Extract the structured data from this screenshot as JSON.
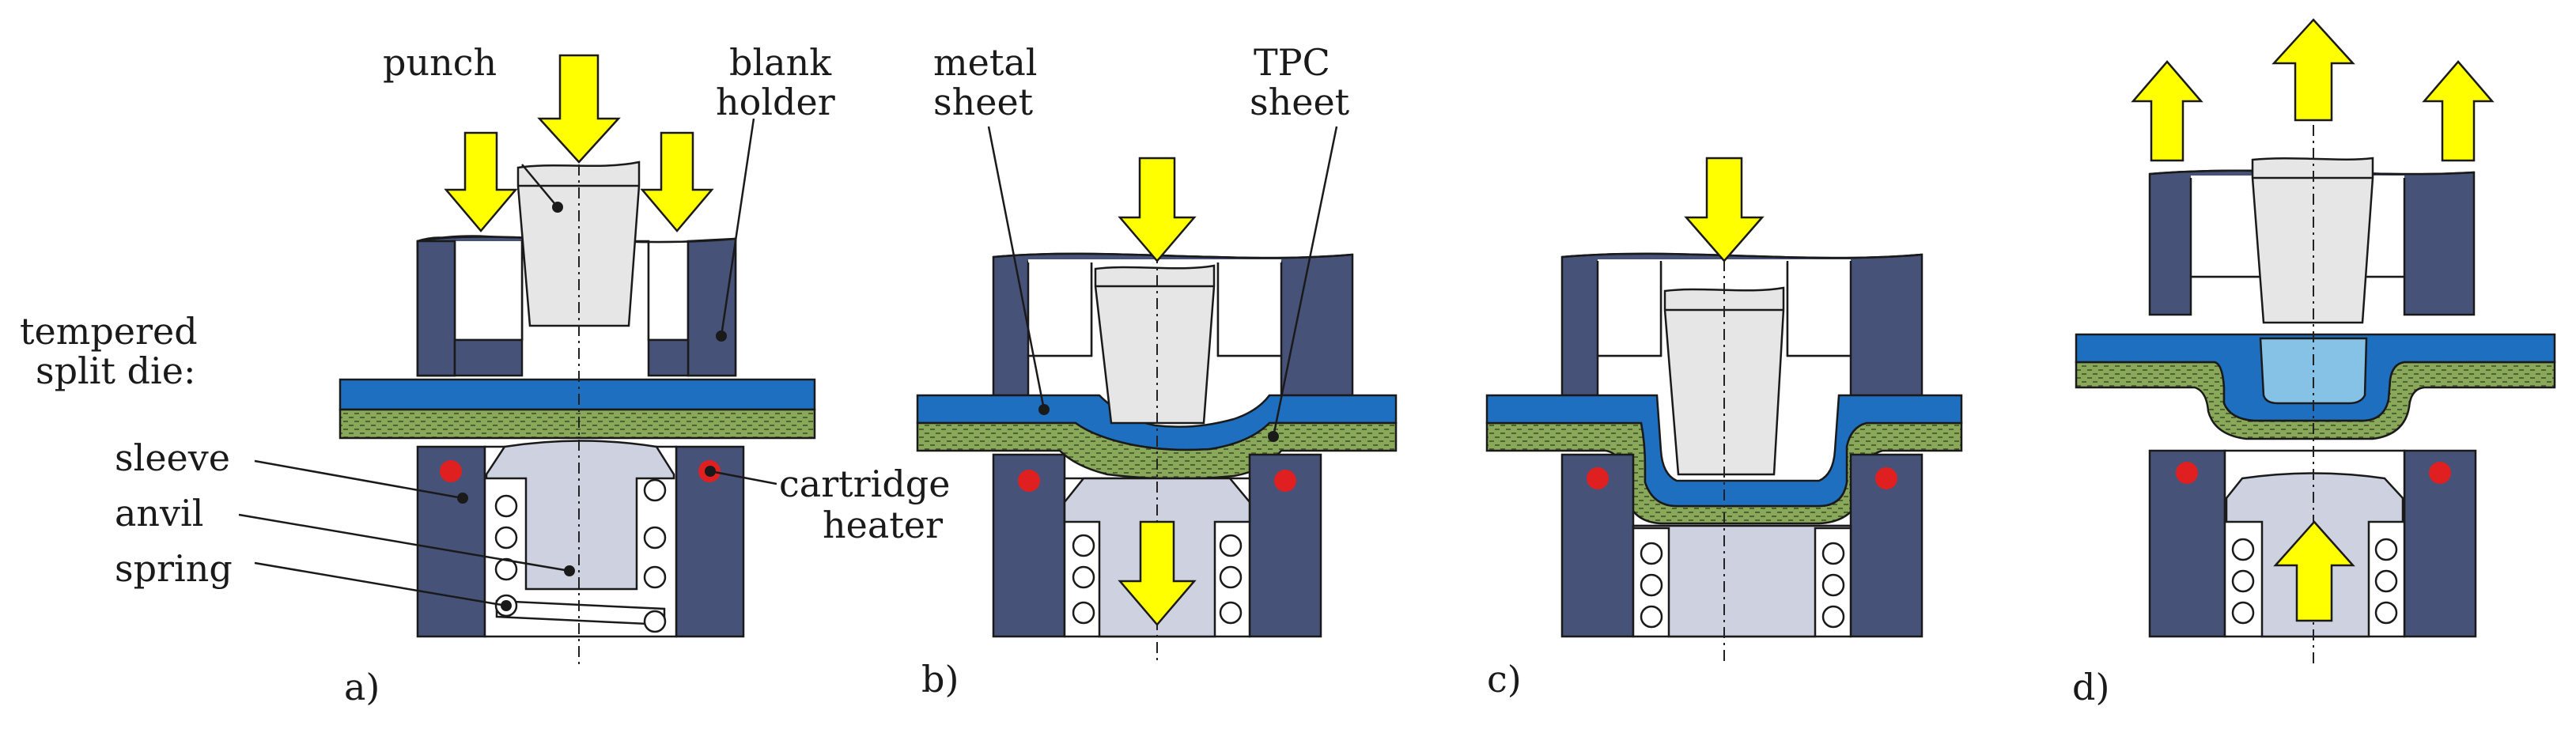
{
  "labels": {
    "punch": "punch",
    "blank_holder_1": "blank",
    "blank_holder_2": "holder",
    "tempered_1": "tempered",
    "tempered_2": "split die:",
    "sleeve": "sleeve",
    "anvil": "anvil",
    "spring": "spring",
    "cartridge_1": "cartridge",
    "cartridge_2": "heater",
    "metal_1": "metal",
    "metal_2": "sheet",
    "tpc_1": "TPC",
    "tpc_2": "sheet"
  },
  "panels": [
    "a)",
    "b)",
    "c)",
    "d)"
  ],
  "colors": {
    "die": "#465278",
    "metal": "#1e6fc0",
    "tpc": "#8aa85a",
    "punch": "#e6e6e6",
    "anvil": "#cdd1e0",
    "arrow": "#ffff00",
    "heater": "#e02020",
    "blank": "#86c2e6"
  }
}
